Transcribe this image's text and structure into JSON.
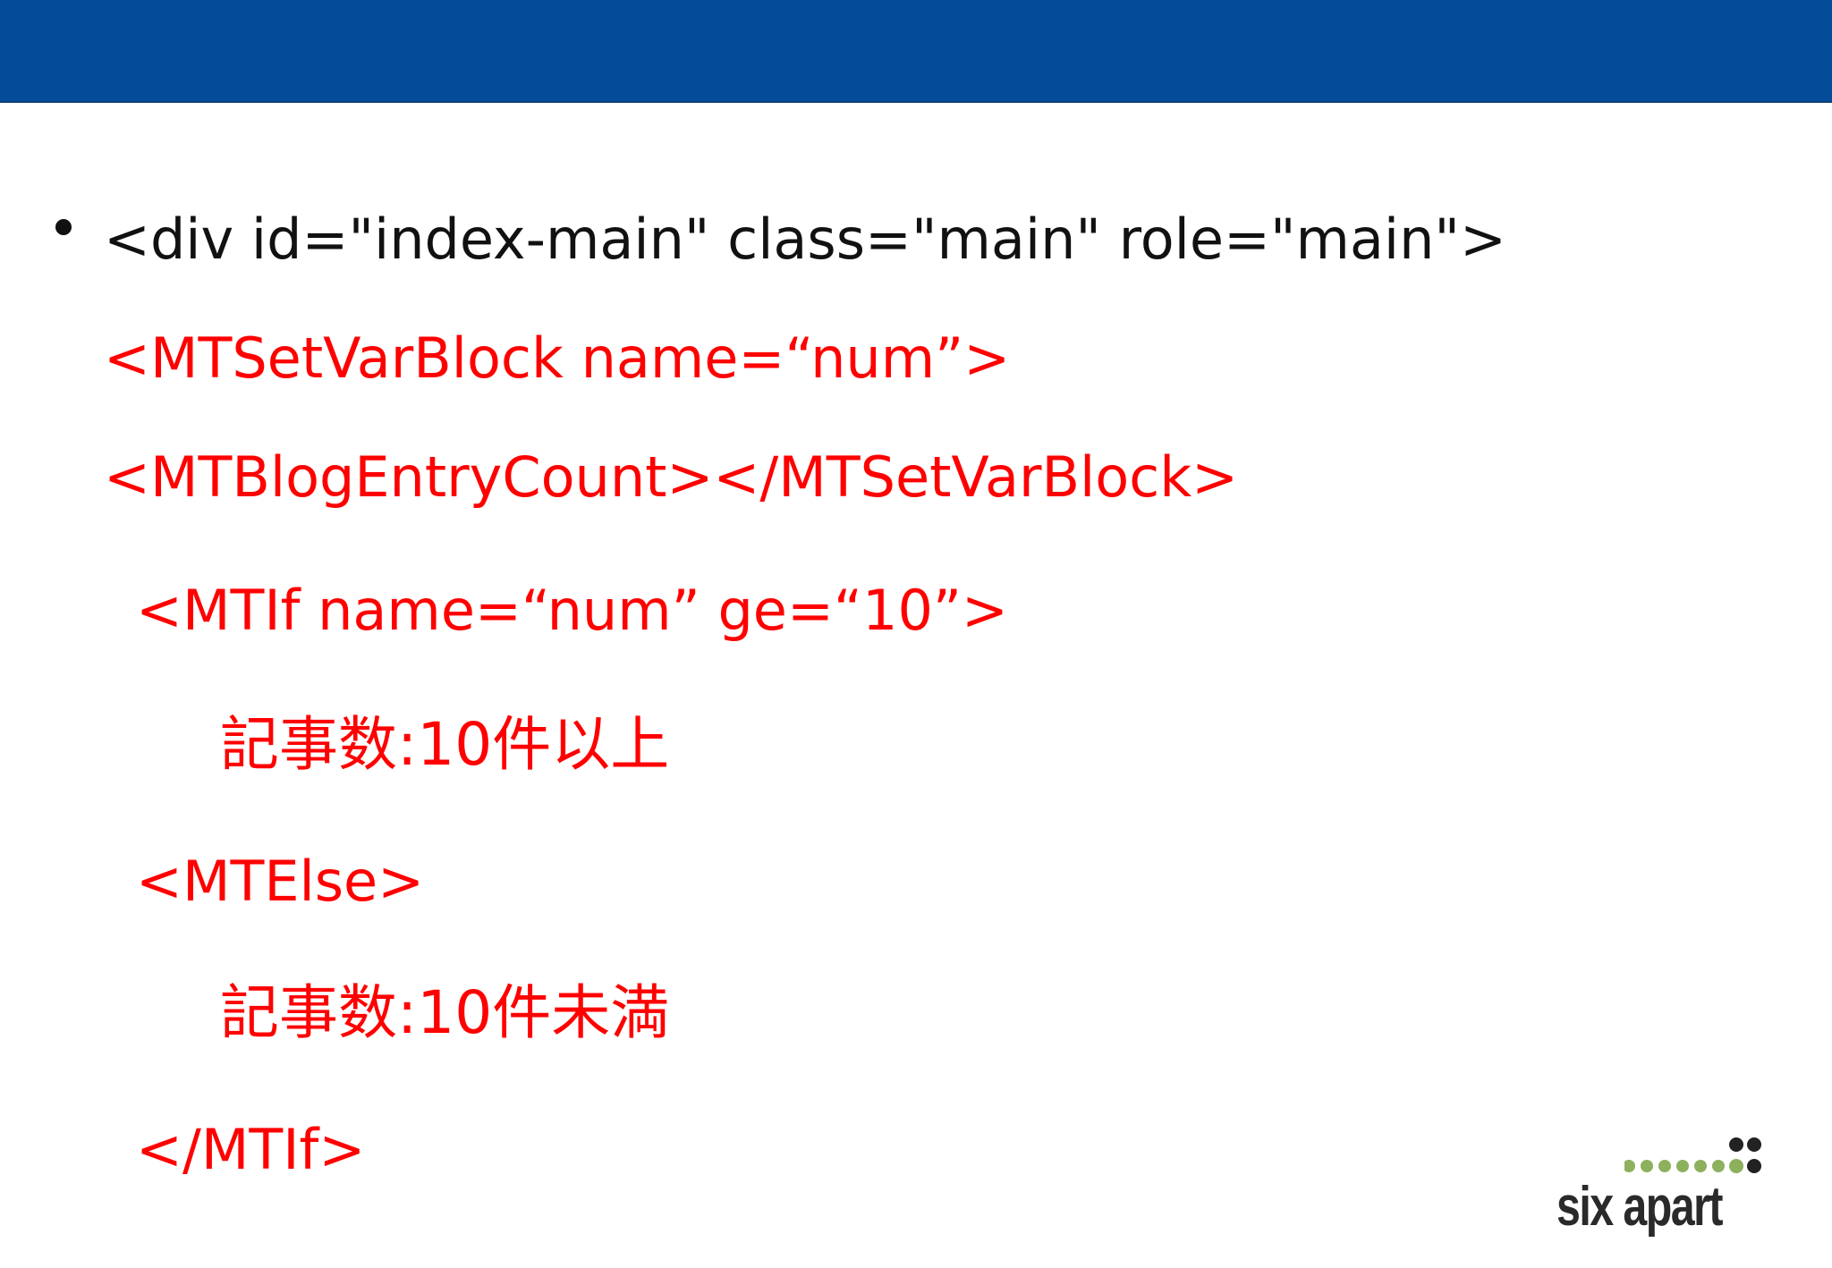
{
  "slide": {
    "lines": [
      "<div id=\"index-main\" class=\"main\" role=\"main\">",
      "<MTSetVarBlock name=“num”>",
      "<MTBlogEntryCount></MTSetVarBlock>",
      "<MTIf name=“num” ge=“10”>",
      "記事数:10件以上",
      "<MTElse>",
      "記事数:10件未満",
      "</MTIf>"
    ]
  },
  "logo": {
    "text": "six apart",
    "colors": {
      "text": "#2a2a2a",
      "dots_green": "#8db05d",
      "dots_dark": "#222222"
    }
  },
  "colors": {
    "header": "#024c99",
    "code_red": "#ff0000",
    "text_black": "#111111",
    "background": "#ffffff"
  }
}
